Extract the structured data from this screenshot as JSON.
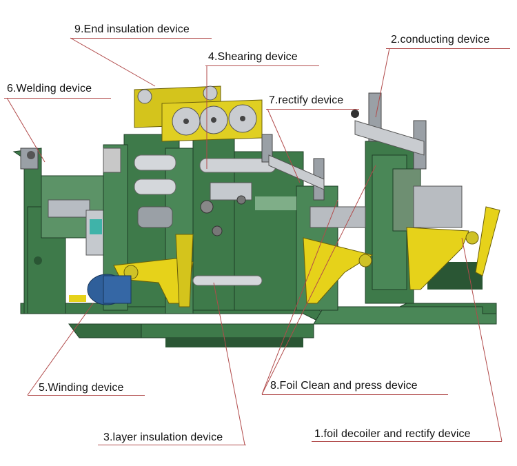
{
  "labels": {
    "end_insulation": "9.End insulation device",
    "conducting": "2.conducting device",
    "shearing": "4.Shearing device",
    "welding": "6.Welding device",
    "rectify": "7.rectify device",
    "winding": "5.Winding device",
    "foil_clean": "8.Foil Clean and press device",
    "layer_insulation": "3.layer insulation device",
    "foil_decoiler": "1.foil decoiler and rectify device"
  },
  "colors": {
    "frame_green": "#3e7a4a",
    "frame_dark": "#2a5634",
    "arm_yellow": "#e6d21a",
    "panel_yellow": "#d4c41c",
    "motor_blue": "#2f5f9a",
    "roller_grey": "#c9ccd0",
    "leader_red": "#b14a4a"
  }
}
